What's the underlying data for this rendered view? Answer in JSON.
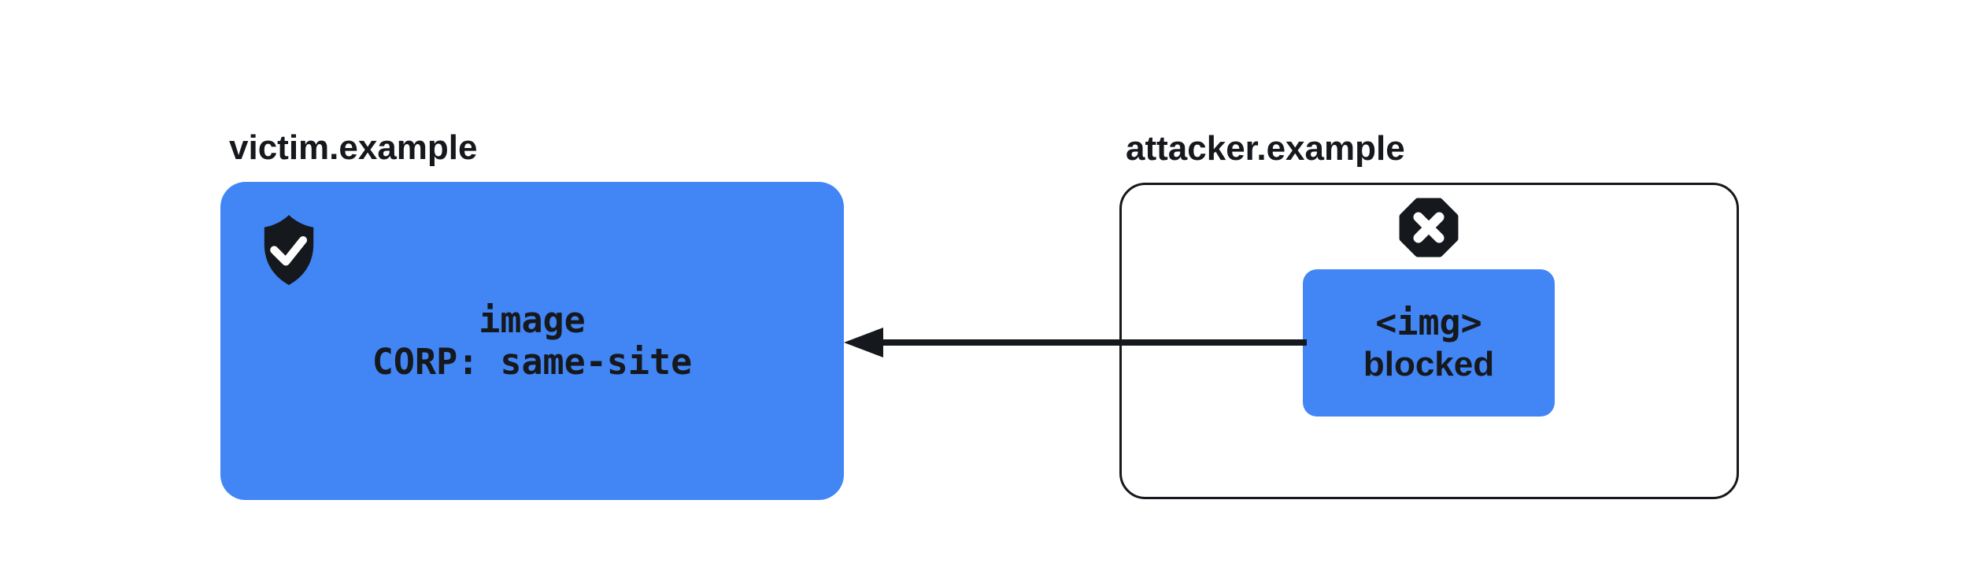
{
  "colors": {
    "accent_blue": "#4285f4",
    "ink": "#15181c",
    "background": "#ffffff"
  },
  "victim": {
    "domain_label": "victim.example",
    "icon": "shield-check",
    "resource_line1": "image",
    "resource_line2": "CORP: same-site"
  },
  "attacker": {
    "domain_label": "attacker.example",
    "icon": "blocked-x-octagon",
    "request_line1": "<img>",
    "request_line2": "blocked"
  },
  "arrow": {
    "from": "attacker.example",
    "to": "victim.example"
  }
}
